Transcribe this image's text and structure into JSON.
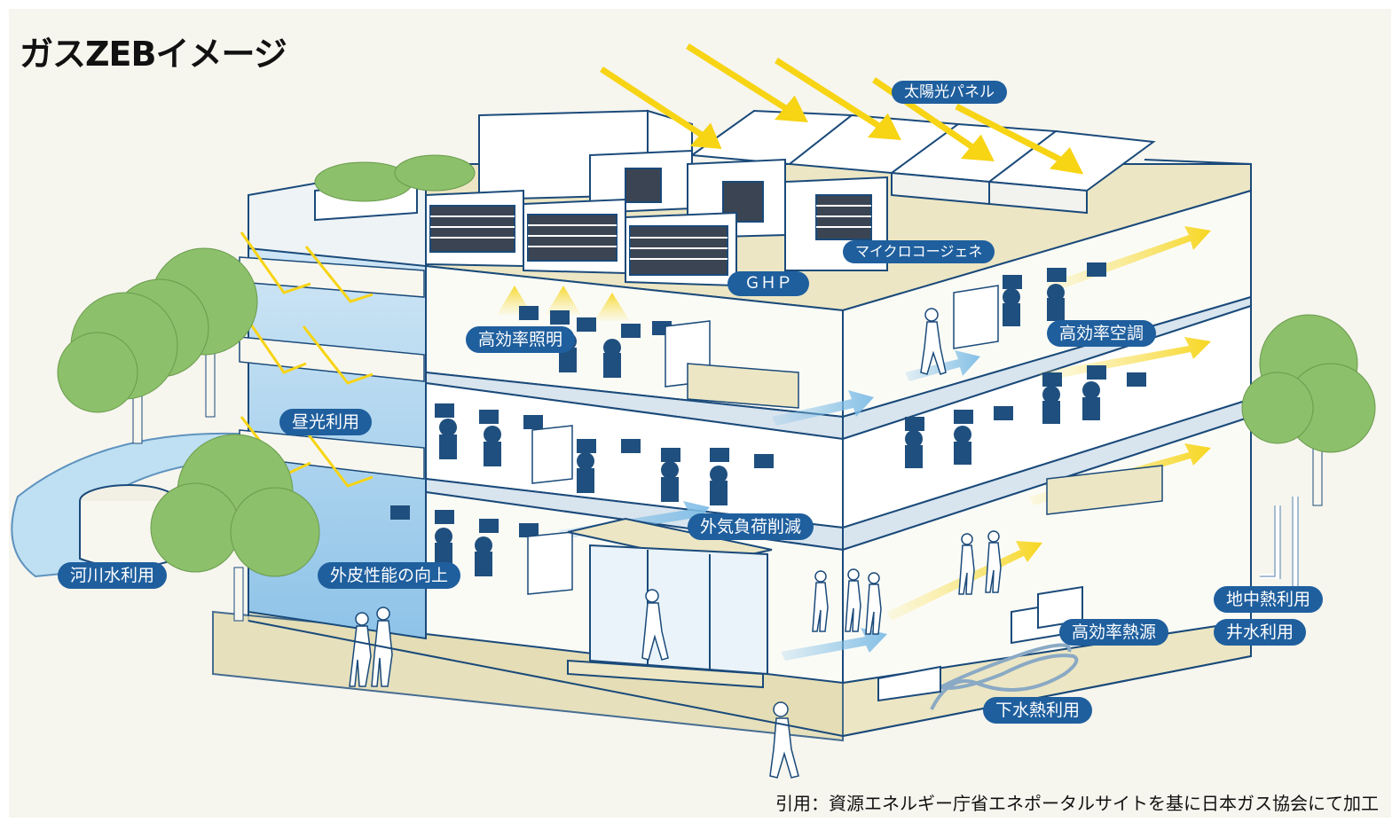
{
  "title": "ガスZEBイメージ",
  "labels": {
    "solar_panel": "太陽光パネル",
    "micro_cogeneration": "マイクロコージェネ",
    "ghp": "ＧＨＰ",
    "lighting": "高効率照明",
    "hvac": "高効率空調",
    "daylight": "昼光利用",
    "outdoor_load": "外気負荷削減",
    "river_water": "河川水利用",
    "envelope": "外皮性能の向上",
    "geothermal": "地中熱利用",
    "well_water": "井水利用",
    "heat_source": "高効率熱源",
    "sewage_heat": "下水熱利用"
  },
  "citation": "引用：資源エネルギー庁省エネポータルサイトを基に日本ガス協会にて加工",
  "colors": {
    "label_bg": "#1f5f9e",
    "sun_arrow": "#f7d414",
    "line": "#1a4a7a",
    "floor_beige": "#ece6c4",
    "glass": "#a9d2ee",
    "tree": "#8cc06a",
    "background": "#f6f5ee"
  }
}
